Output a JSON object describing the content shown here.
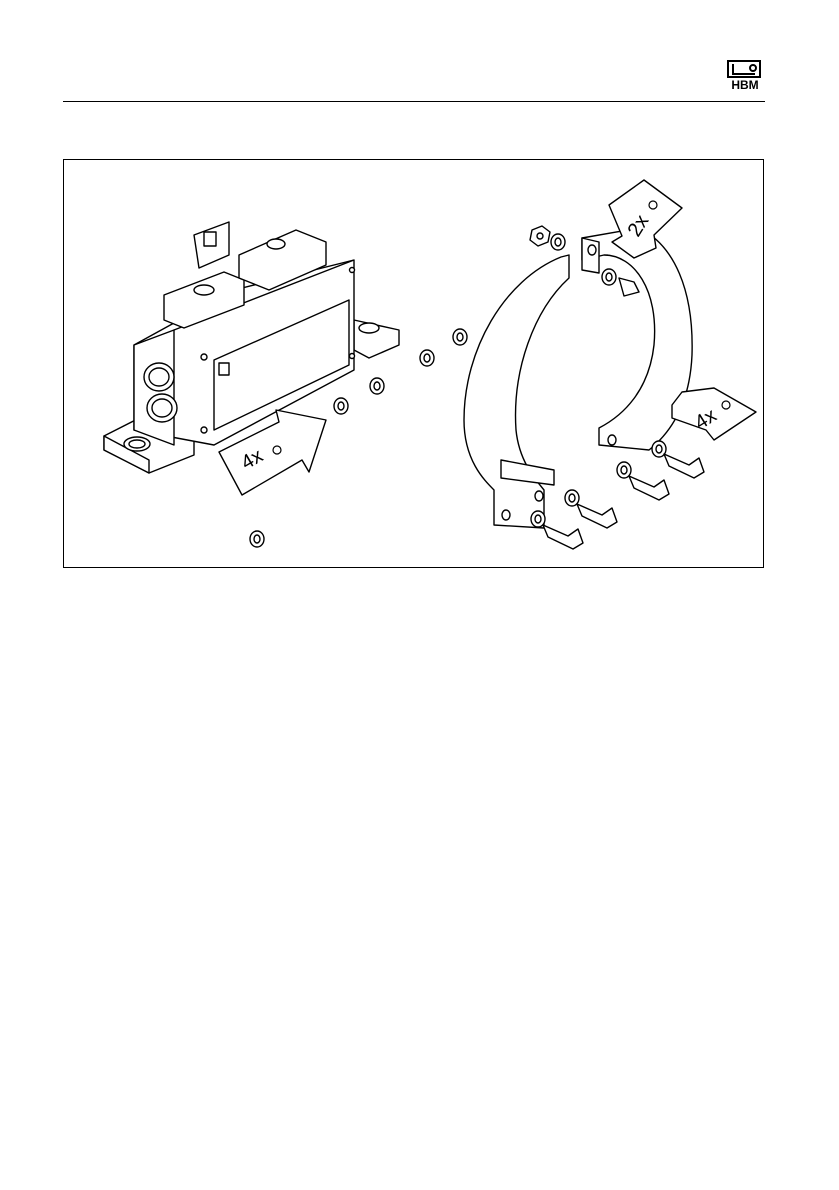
{
  "header": {
    "logo_text": "HBM"
  },
  "figure": {
    "callouts": {
      "left_arrow_label": "4x",
      "ring_top_label": "2x",
      "ring_right_label": "4x"
    }
  }
}
